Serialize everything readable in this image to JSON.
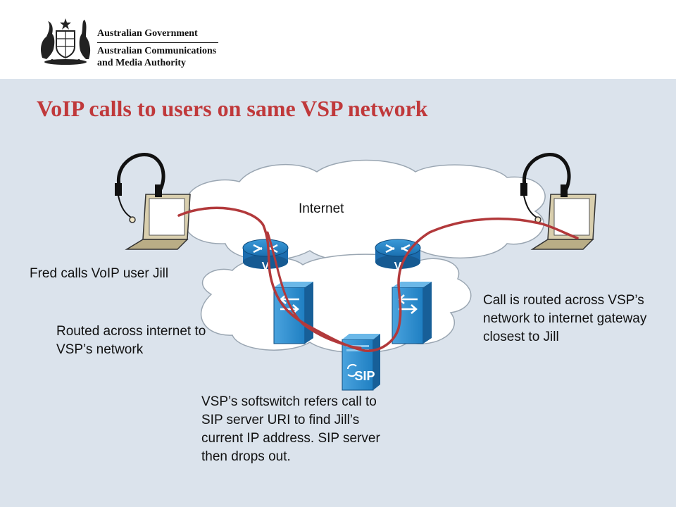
{
  "header": {
    "government": "Australian Government",
    "authority_line1": "Australian Communications",
    "authority_line2": "and Media Authority"
  },
  "title": "VoIP calls to users on same VSP network",
  "diagram": {
    "cloud_label": "Internet",
    "router_letter": "V",
    "sip_server_label": "SIP",
    "call_path_color": "#b2393b",
    "annotations": {
      "caller": "Fred calls VoIP user Jill",
      "routed": "Routed across internet to VSP’s network",
      "network_route": "Call is routed across VSP’s network to internet gateway closest to Jill",
      "softswitch": "VSP’s softswitch refers call to SIP server URI to find Jill’s current IP address. SIP server then drops out."
    }
  }
}
